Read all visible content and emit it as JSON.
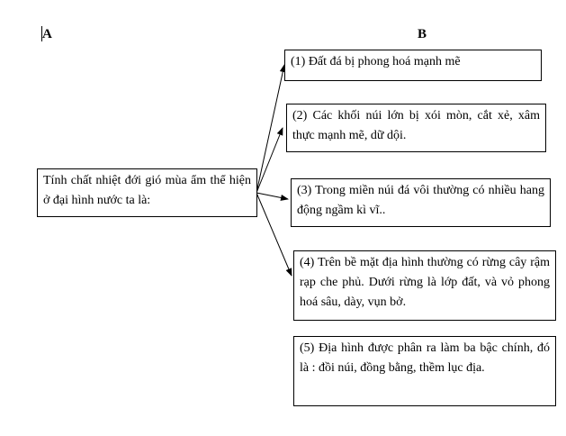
{
  "labels": {
    "a": "A",
    "b": "B"
  },
  "source": {
    "text": "Tính chất nhiệt đới gió mùa ẩm thể hiện ở đại hình nước ta là:"
  },
  "targets": [
    {
      "text": "(1) Đất đá bị phong hoá mạnh mẽ"
    },
    {
      "text": "(2) Các khối núi lớn bị xói mòn, cắt xẻ, xâm thực mạnh mẽ, dữ dội."
    },
    {
      "text": "(3) Trong miền núi đá vôi thường có nhiều hang động ngầm kì vĩ.."
    },
    {
      "text": "(4) Trên bề mặt địa hình thường có rừng cây rậm rạp che phủ. Dưới rừng là lớp đất, và vỏ phong hoá sâu, dày, vụn bở."
    },
    {
      "text": "(5) Địa hình được phân ra làm ba bậc chính, đó là : đồi núi, đồng bằng, thềm lục địa."
    }
  ]
}
